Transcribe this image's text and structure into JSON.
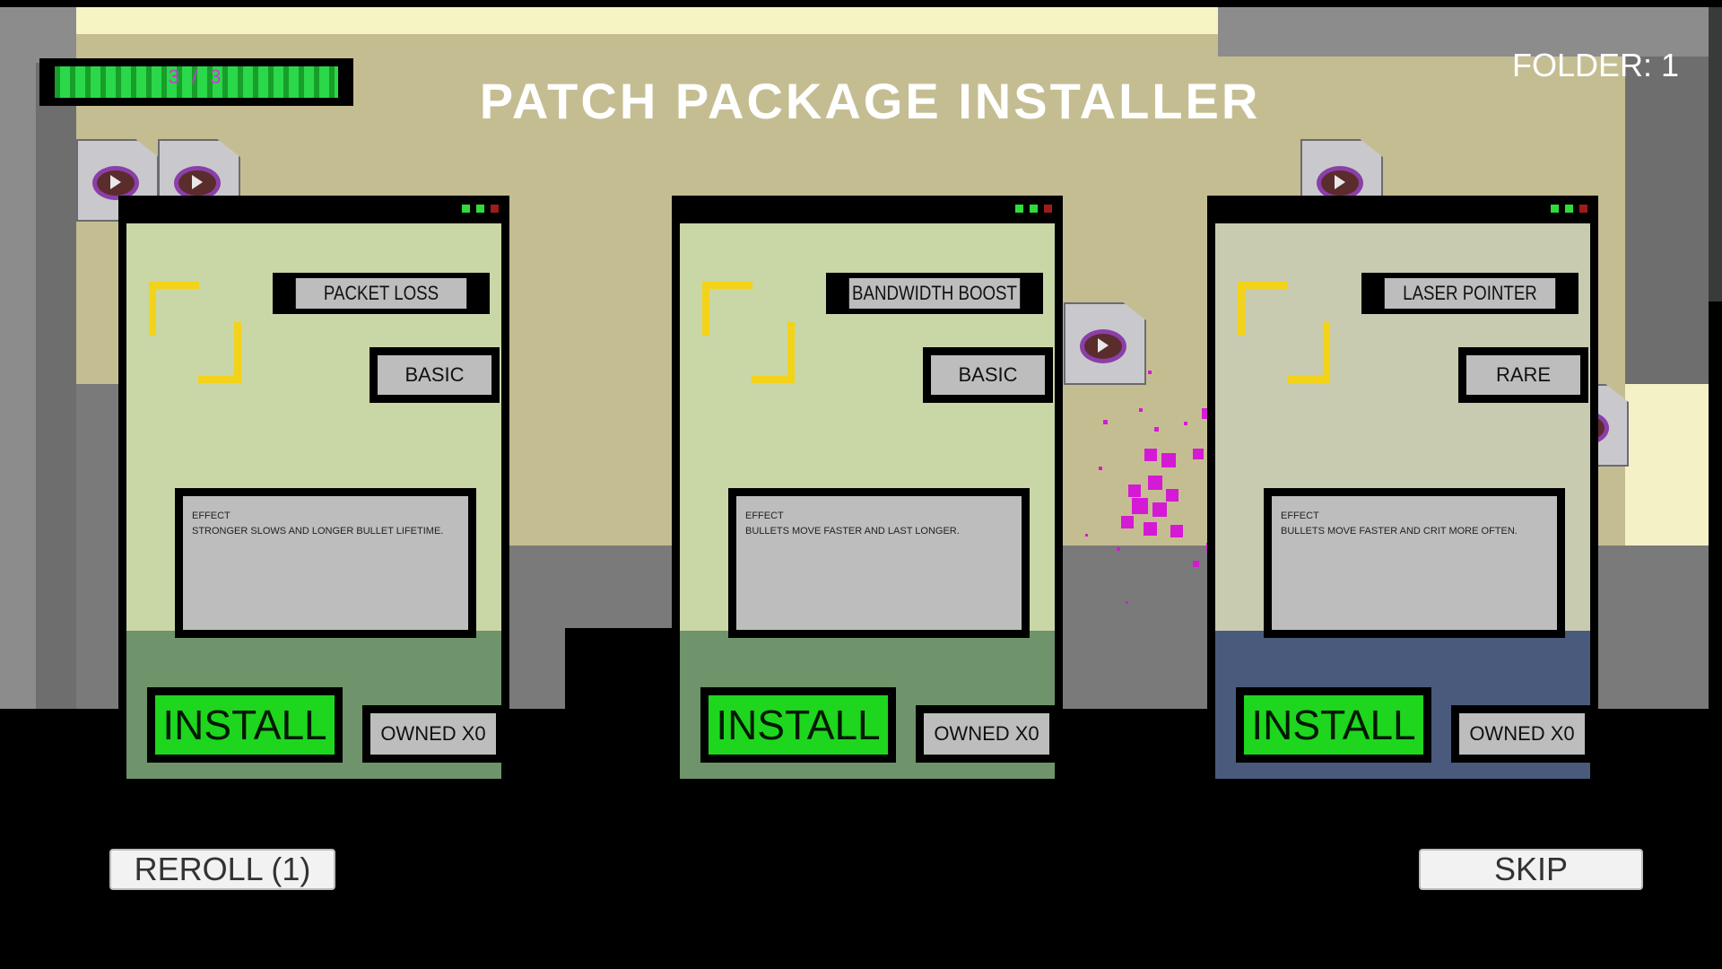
{
  "hud": {
    "progress_text": "3 / 3",
    "progress_fraction": 1.0,
    "title": "PATCH PACKAGE INSTALLER",
    "folder_label": "FOLDER: 1"
  },
  "cards": [
    {
      "name": "PACKET LOSS",
      "rarity": "BASIC",
      "effect_label": "EFFECT",
      "effect_text": "STRONGER SLOWS AND LONGER BULLET LIFETIME.",
      "install_label": "INSTALL",
      "owned_label": "OWNED X0"
    },
    {
      "name": "BANDWIDTH BOOST",
      "rarity": "BASIC",
      "effect_label": "EFFECT",
      "effect_text": "BULLETS MOVE FASTER AND LAST LONGER.",
      "install_label": "INSTALL",
      "owned_label": "OWNED X0"
    },
    {
      "name": "LASER POINTER",
      "rarity": "RARE",
      "effect_label": "EFFECT",
      "effect_text": "BULLETS MOVE FASTER AND CRIT MORE OFTEN.",
      "install_label": "INSTALL",
      "owned_label": "OWNED X0"
    }
  ],
  "buttons": {
    "reroll_label": "REROLL (1)",
    "skip_label": "SKIP"
  },
  "colors": {
    "install_green": "#1ed61e",
    "rarity_accent": "#f3d21a",
    "particle_magenta": "#d41ad4"
  }
}
